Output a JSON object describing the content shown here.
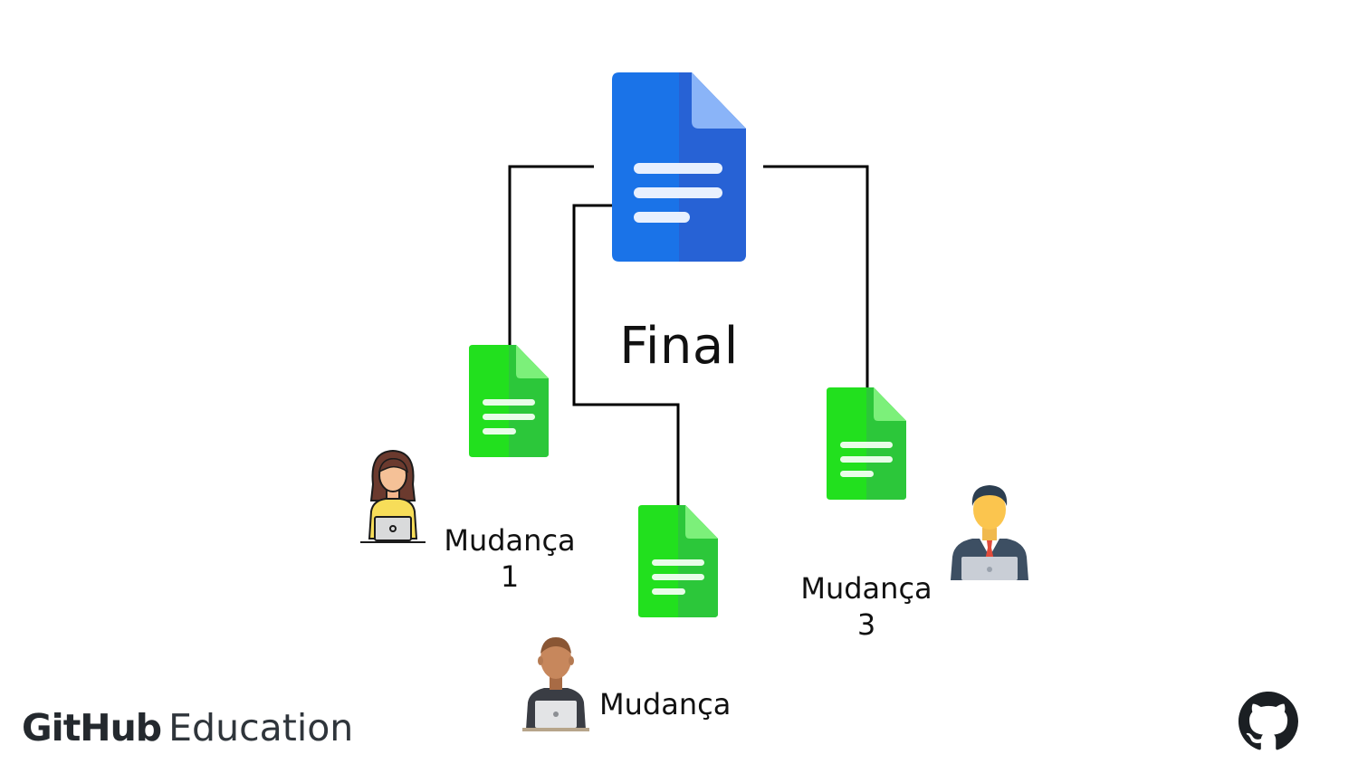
{
  "diagram": {
    "final_label": "Final",
    "changes": [
      {
        "line1": "Mudança",
        "line2": "1"
      },
      {
        "line1": "Mudança",
        "line2": ""
      },
      {
        "line1": "Mudança",
        "line2": "3"
      }
    ]
  },
  "brand": {
    "name_bold": "GitHub",
    "name_light": "Education"
  },
  "colors": {
    "main_doc": "#1a73e8",
    "main_doc_fold": "#2a5fd1",
    "change_doc": "#22e01e",
    "change_doc_fold": "#2cc73a",
    "connector": "#000000",
    "text": "#111111"
  },
  "icons": {
    "main_document": "document-icon",
    "change_document": "document-icon",
    "person_1": "woman-laptop-icon",
    "person_2": "man-laptop-icon",
    "person_3": "businessman-laptop-icon",
    "logo": "github-octocat-icon"
  }
}
